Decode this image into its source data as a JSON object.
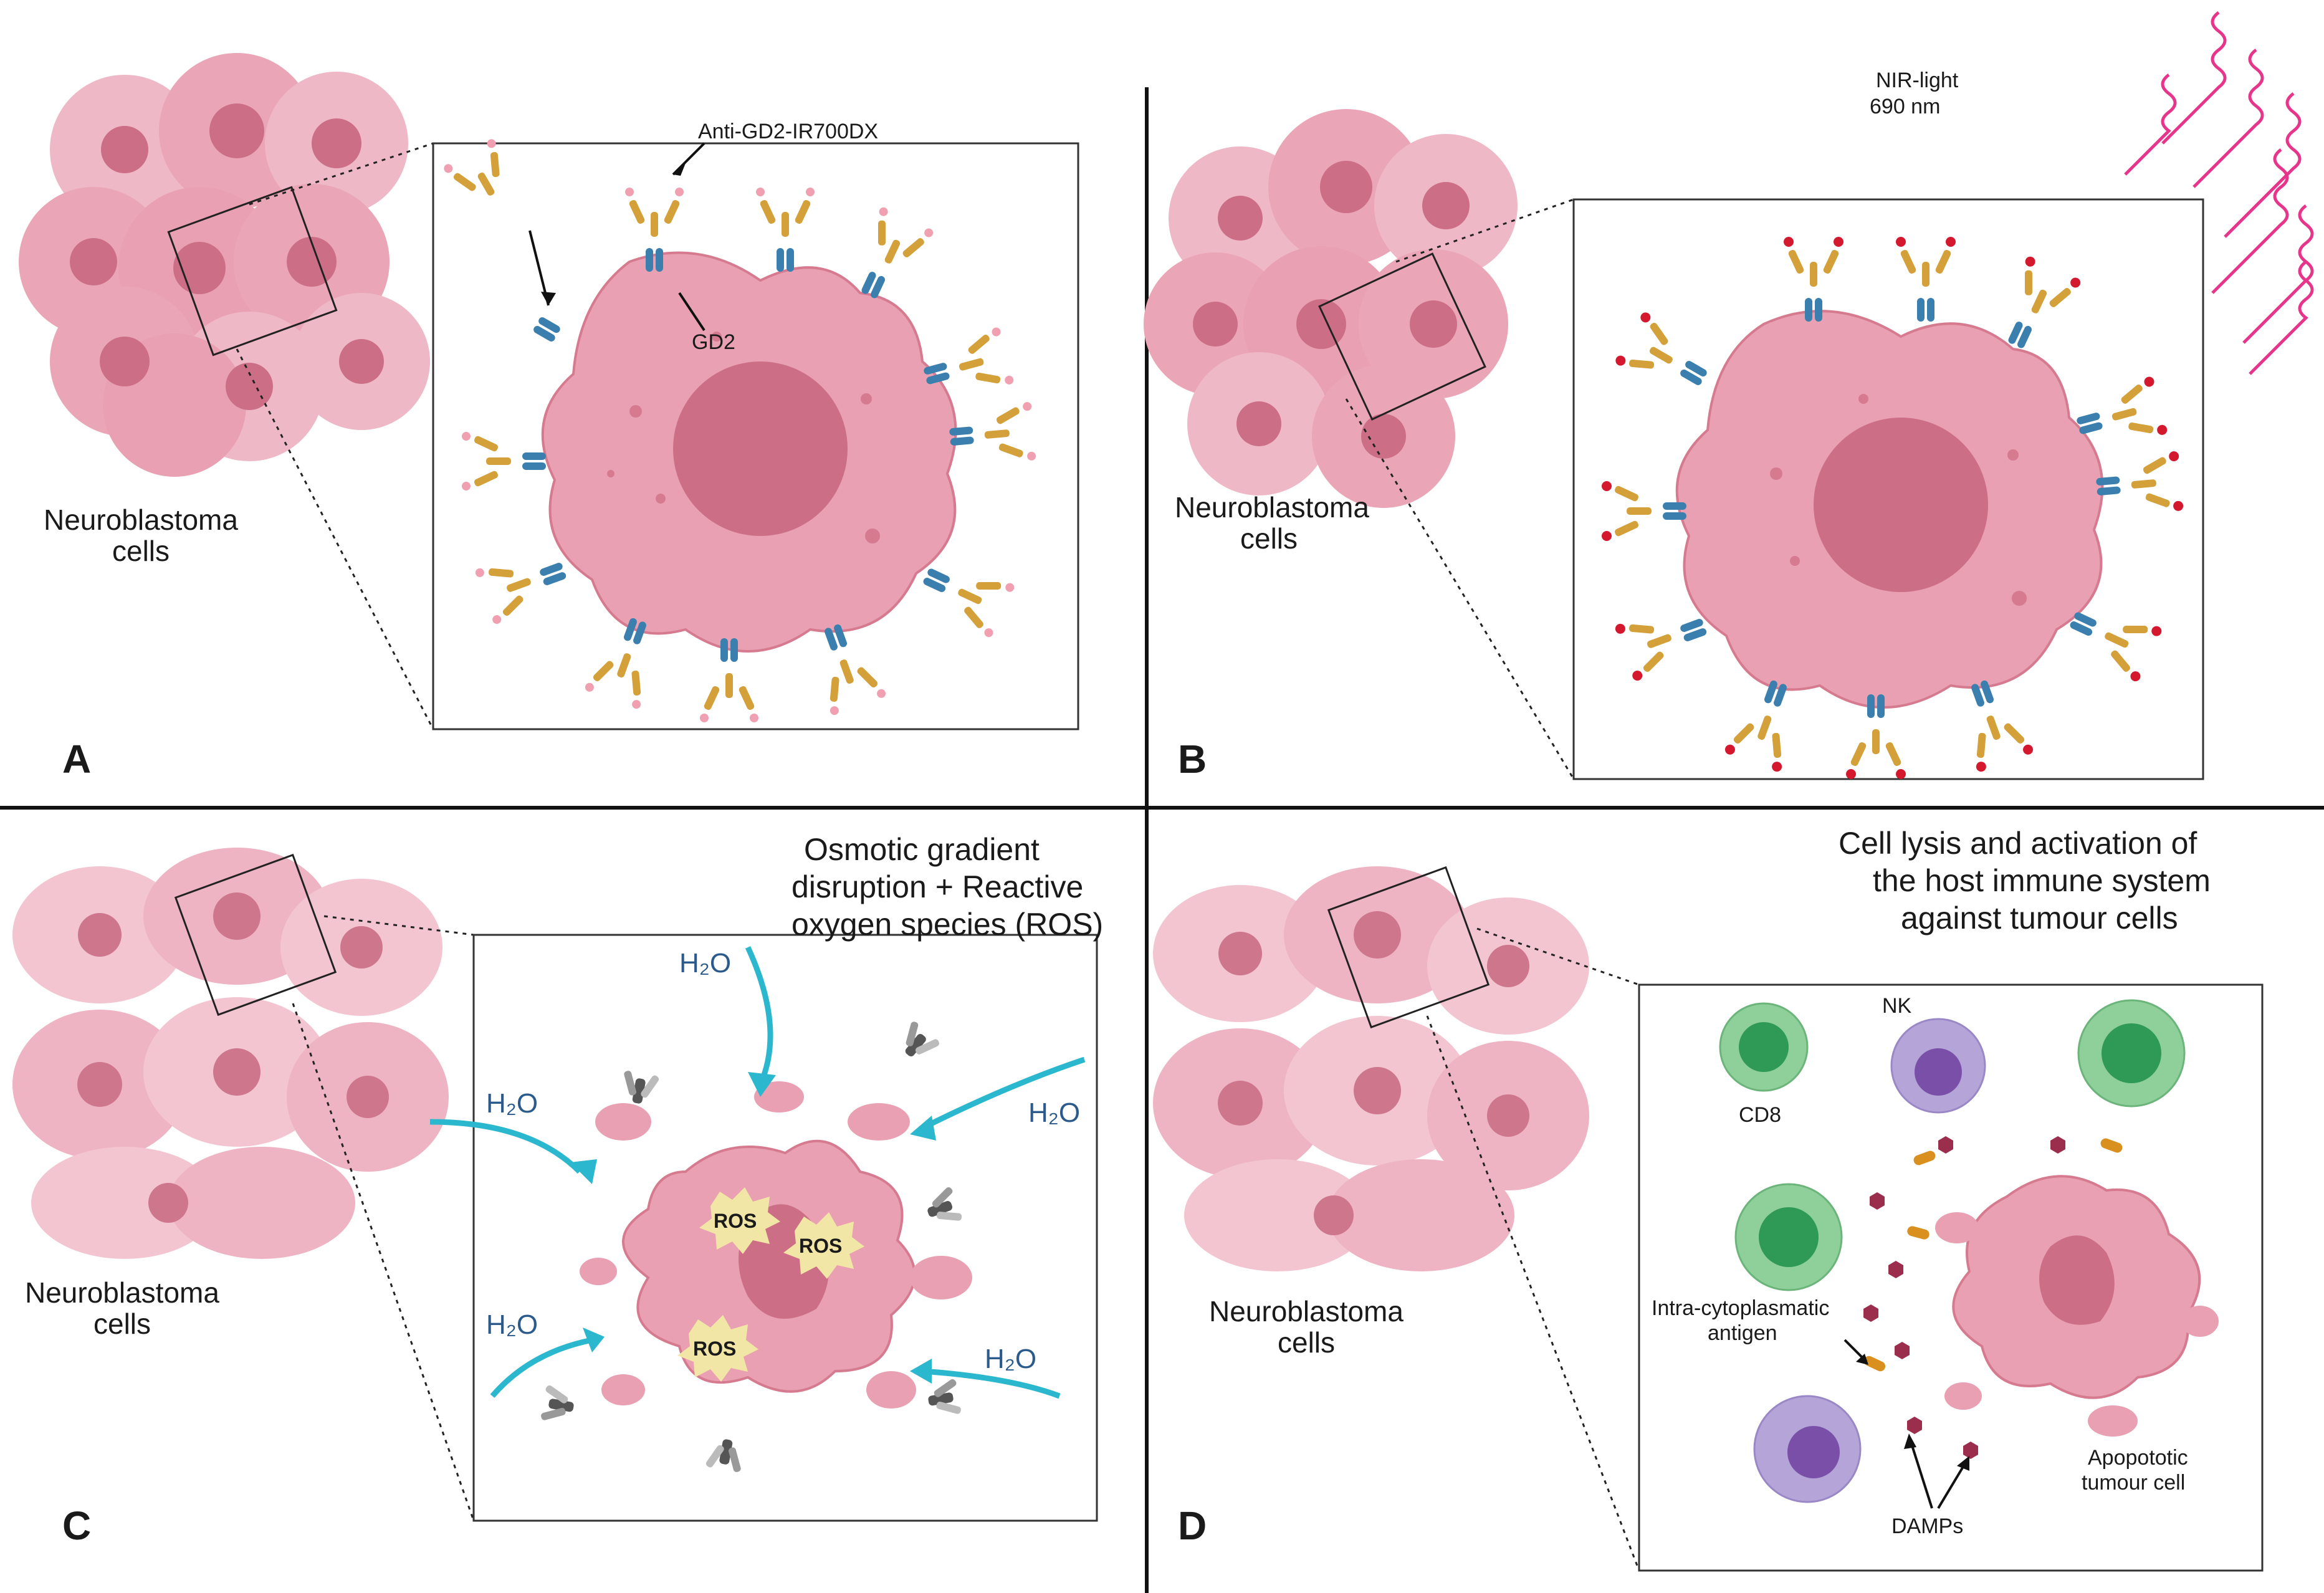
{
  "panels": {
    "A": {
      "letter": "A",
      "cells_label_line1": "Neuroblastoma",
      "cells_label_line2": "cells",
      "antibody_label": "Anti-GD2-IR700DX",
      "gd2_label": "GD2"
    },
    "B": {
      "letter": "B",
      "cells_label_line1": "Neuroblastoma",
      "cells_label_line2": "cells",
      "light_line1": "NIR-light",
      "light_line2": "690 nm"
    },
    "C": {
      "letter": "C",
      "cells_label_line1": "Neuroblastoma",
      "cells_label_line2": "cells",
      "title_line1": "Osmotic gradient",
      "title_line2": "disruption + Reactive",
      "title_line3": "oxygen species (ROS)",
      "water": "H₂O",
      "ros": "ROS"
    },
    "D": {
      "letter": "D",
      "cells_label_line1": "Neuroblastoma",
      "cells_label_line2": "cells",
      "title_line1": "Cell lysis and activation of",
      "title_line2": "the host immune system",
      "title_line3": "against tumour cells",
      "cd8_label": "CD8",
      "nk_label": "NK",
      "antigen_line1": "Intra-cytoplasmatic",
      "antigen_line2": "antigen",
      "apoptotic_line1": "Apopototic",
      "apoptotic_line2": "tumour cell",
      "damps_label": "DAMPs"
    }
  },
  "colors": {
    "cell": "#e8a0b2",
    "cell_dark": "#d67a90",
    "nucleus": "#cc6f86",
    "antibody_gold": "#d4a03a",
    "gd2_blue": "#3a7fae",
    "nir": "#e6358a",
    "water_arrow": "#2bb8cf",
    "ros_burst": "#f2e6a6",
    "tcell": "#8fcf9a",
    "tcell_nucleus": "#2e9a56",
    "nk": "#b4a4d8",
    "nk_nucleus": "#7a4fa8",
    "damp": "#9b2d4d",
    "antigen": "#d9901f"
  }
}
